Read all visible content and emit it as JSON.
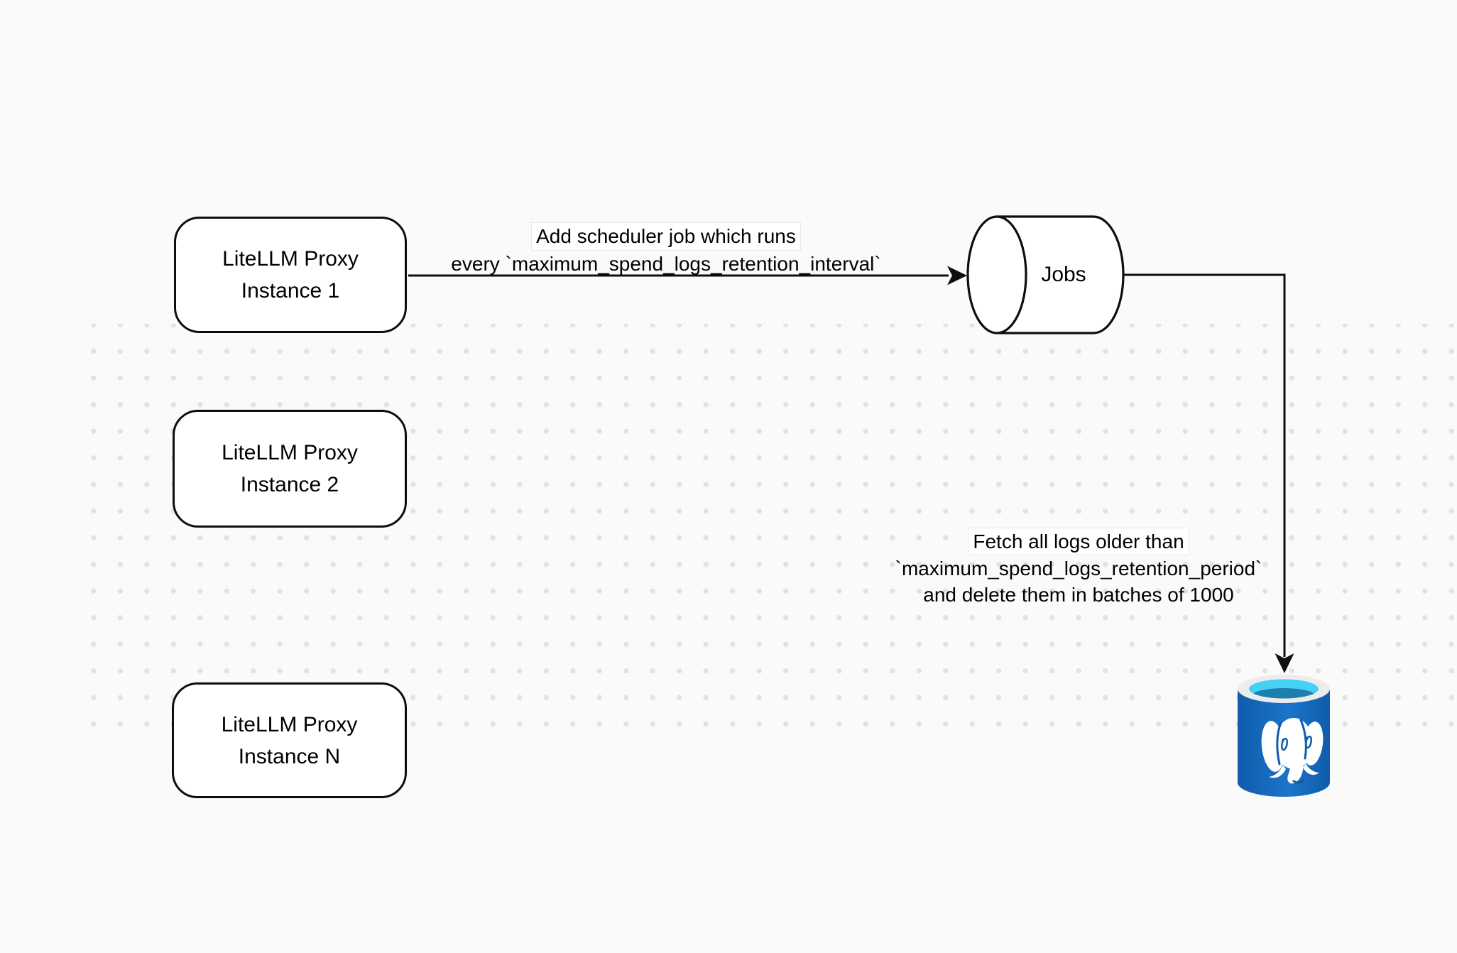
{
  "theme": {
    "background": "#fafafa",
    "dot": "#e2e2e2",
    "stroke": "#0e0e0e",
    "node_fill": "#ffffff",
    "label_bg": "#ffffff",
    "label_border": "#e8e8e8",
    "pg_body_dark": "#0f5cab",
    "pg_body_light": "#1c74c9",
    "pg_rim": "#ececec",
    "pg_liquid_top": "#45d0f6",
    "pg_liquid_bottom": "#1e7fae",
    "pg_elephant": "#ffffff"
  },
  "nodes": {
    "proxy_instance_1": {
      "lines": [
        "LiteLLM Proxy",
        "Instance 1"
      ]
    },
    "proxy_instance_2": {
      "lines": [
        "LiteLLM Proxy",
        "Instance 2"
      ]
    },
    "proxy_instance_n": {
      "lines": [
        "LiteLLM Proxy",
        "Instance N"
      ]
    },
    "jobs_queue": {
      "label": "Jobs"
    },
    "postgres_db": {
      "icon": "postgresql-database-icon"
    }
  },
  "edges": {
    "scheduler": {
      "lines": [
        "Add scheduler job which runs",
        "every `maximum_spend_logs_retention_interval`"
      ]
    },
    "fetch_delete": {
      "lines": [
        "Fetch all logs older than",
        "`maximum_spend_logs_retention_period`",
        "and delete them in batches of 1000"
      ]
    }
  }
}
